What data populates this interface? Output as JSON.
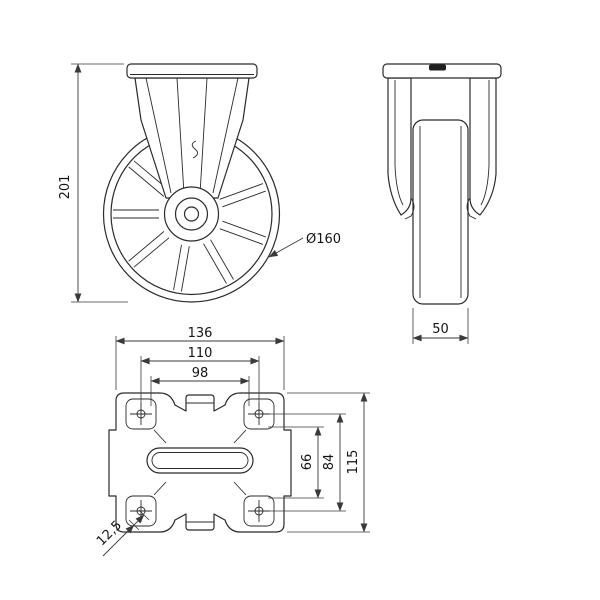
{
  "drawing": {
    "line_color": "#2b2b2b",
    "dimension_color": "#3a3a3a",
    "background": "#ffffff"
  },
  "dimensions": {
    "front": {
      "overall_height": "201",
      "wheel_diameter": "Ø160"
    },
    "side": {
      "wheel_width": "50"
    },
    "plan": {
      "plate_length": "136",
      "hole_spacing_x_outer": "110",
      "hole_spacing_x_inner": "98",
      "hole_spacing_y_inner": "66",
      "hole_spacing_y_outer": "84",
      "plate_width": "115",
      "corner_offset": "12,5"
    }
  }
}
